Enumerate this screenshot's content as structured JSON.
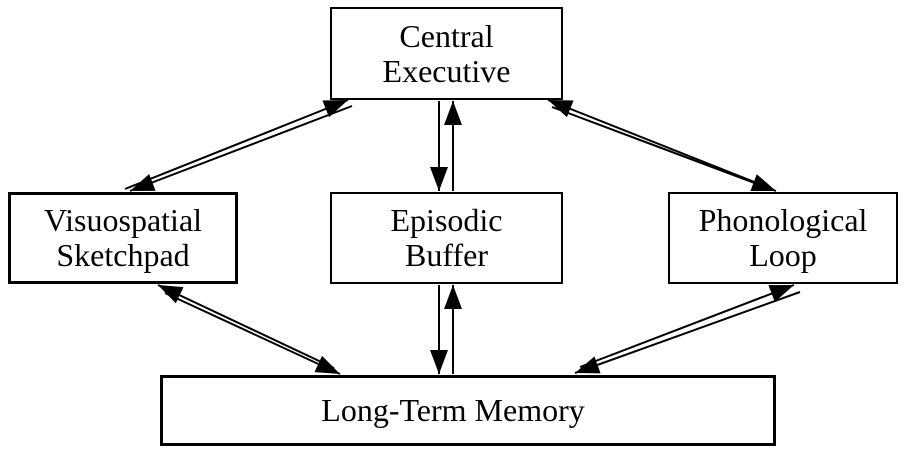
{
  "colors": {
    "background": "#ffffff",
    "box_border": "#000000",
    "text": "#000000",
    "arrow": "#000000"
  },
  "nodes": {
    "central_executive": {
      "lines": [
        "Central",
        "Executive"
      ]
    },
    "visuospatial_sketchpad": {
      "lines": [
        "Visuospatial",
        "Sketchpad"
      ]
    },
    "episodic_buffer": {
      "lines": [
        "Episodic",
        "Buffer"
      ]
    },
    "phonological_loop": {
      "lines": [
        "Phonological",
        "Loop"
      ]
    },
    "long_term_memory": {
      "lines": [
        "Long-Term Memory"
      ]
    }
  },
  "connections": [
    {
      "from": "Central Executive",
      "to": "Visuospatial Sketchpad",
      "style": "double-line",
      "direction": "bidirectional"
    },
    {
      "from": "Central Executive",
      "to": "Episodic Buffer",
      "style": "double-line",
      "direction": "bidirectional"
    },
    {
      "from": "Central Executive",
      "to": "Phonological Loop",
      "style": "double-line",
      "direction": "bidirectional"
    },
    {
      "from": "Visuospatial Sketchpad",
      "to": "Long-Term Memory",
      "style": "double-line",
      "direction": "bidirectional"
    },
    {
      "from": "Episodic Buffer",
      "to": "Long-Term Memory",
      "style": "double-line",
      "direction": "bidirectional"
    },
    {
      "from": "Phonological Loop",
      "to": "Long-Term Memory",
      "style": "double-line",
      "direction": "bidirectional"
    }
  ]
}
